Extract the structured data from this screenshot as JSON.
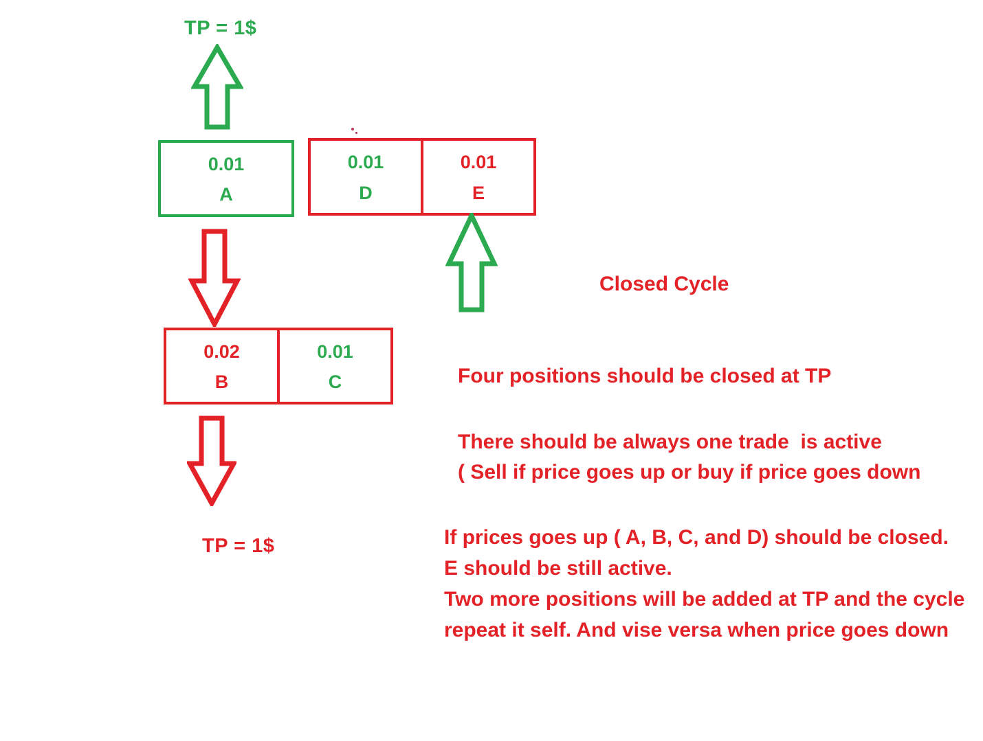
{
  "diagram": {
    "title_note": "Closed Cycle",
    "labels": {
      "tp_top": "TP = 1$",
      "tp_bottom": "TP = 1$"
    },
    "colors": {
      "green": "#2BAA4F",
      "red": "#E32227",
      "background": "#FFFFFF"
    },
    "boxes": [
      {
        "id": "box-a",
        "border_color": "#2BAA4F",
        "cells": [
          {
            "amount": "0.01",
            "label": "A",
            "amount_color": "#2BAA4F",
            "label_color": "#2BAA4F"
          }
        ]
      },
      {
        "id": "box-de",
        "border_color": "#E32227",
        "cells": [
          {
            "amount": "0.01",
            "label": "D",
            "amount_color": "#2BAA4F",
            "label_color": "#2BAA4F"
          },
          {
            "amount": "0.01",
            "label": "E",
            "amount_color": "#E32227",
            "label_color": "#E32227"
          }
        ]
      },
      {
        "id": "box-bc",
        "border_color": "#E32227",
        "cells": [
          {
            "amount": "0.02",
            "label": "B",
            "amount_color": "#E32227",
            "label_color": "#E32227"
          },
          {
            "amount": "0.01",
            "label": "C",
            "amount_color": "#2BAA4F",
            "label_color": "#2BAA4F"
          }
        ]
      }
    ],
    "arrows": [
      {
        "id": "arrow-up-top",
        "direction": "up",
        "color": "#2BAA4F"
      },
      {
        "id": "arrow-down-a",
        "direction": "down",
        "color": "#E32227"
      },
      {
        "id": "arrow-up-e",
        "direction": "up",
        "color": "#2BAA4F"
      },
      {
        "id": "arrow-down-b",
        "direction": "down",
        "color": "#E32227"
      }
    ],
    "notes": {
      "four_positions": "Four positions should be closed at TP",
      "always_active": "There should be always one trade  is active\n( Sell if price goes up or buy if price goes down",
      "up_down_cycle": "If prices goes up ( A, B, C, and D) should be closed. E should be still active.\nTwo more positions will be added at TP and the cycle repeat it self. And vise versa when price goes down"
    }
  }
}
